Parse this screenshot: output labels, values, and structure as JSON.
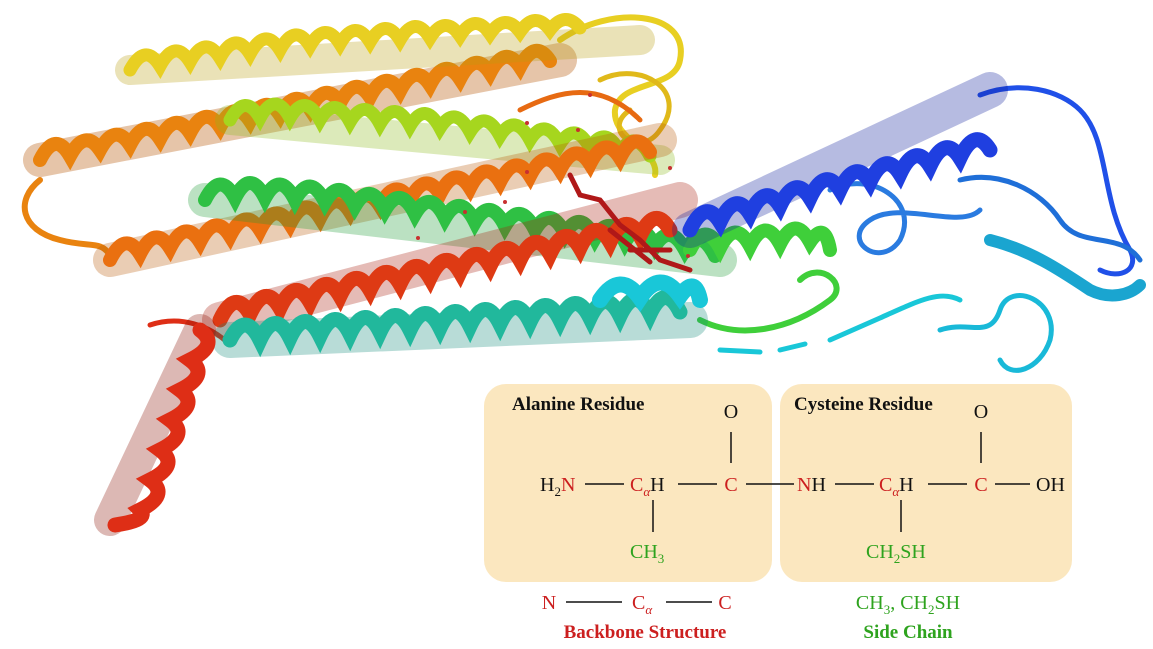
{
  "colors": {
    "backbone": "#cc1f1f",
    "side_chain": "#2ea31e",
    "text": "#111111",
    "box_fill": "#fbe7bf",
    "helix_blue": "#1f3fe0",
    "helix_cyan": "#19c7d8",
    "helix_green": "#3fcf3a",
    "helix_yellow": "#e8cf22",
    "helix_orange": "#e9830f",
    "helix_red": "#de2e16"
  },
  "residues": {
    "alanine": {
      "title": "Alanine Residue",
      "n_terminal": "H",
      "n_terminal_sub": "2",
      "n_atom": "N",
      "ca_atom": "C",
      "ca_sub": "α",
      "ca_h": "H",
      "c_atom": "C",
      "carbonyl_o": "O",
      "side_chain": "CH",
      "side_chain_sub": "3"
    },
    "cysteine": {
      "title": "Cysteine Residue",
      "n_atom": "N",
      "n_h": "H",
      "ca_atom": "C",
      "ca_sub": "α",
      "ca_h": "H",
      "c_atom": "C",
      "carbonyl_o": "O",
      "c_terminal": "OH",
      "side_chain_pre": "CH",
      "side_chain_sub": "2",
      "side_chain_post": "SH"
    }
  },
  "legend": {
    "backbone": {
      "n": "N",
      "ca": "C",
      "ca_sub": "α",
      "c": "C",
      "label": "Backbone Structure"
    },
    "side_chain": {
      "part1": "CH",
      "sub1": "3",
      "part2": ", CH",
      "sub2": "2",
      "part3": "SH",
      "label": "Side Chain"
    }
  }
}
